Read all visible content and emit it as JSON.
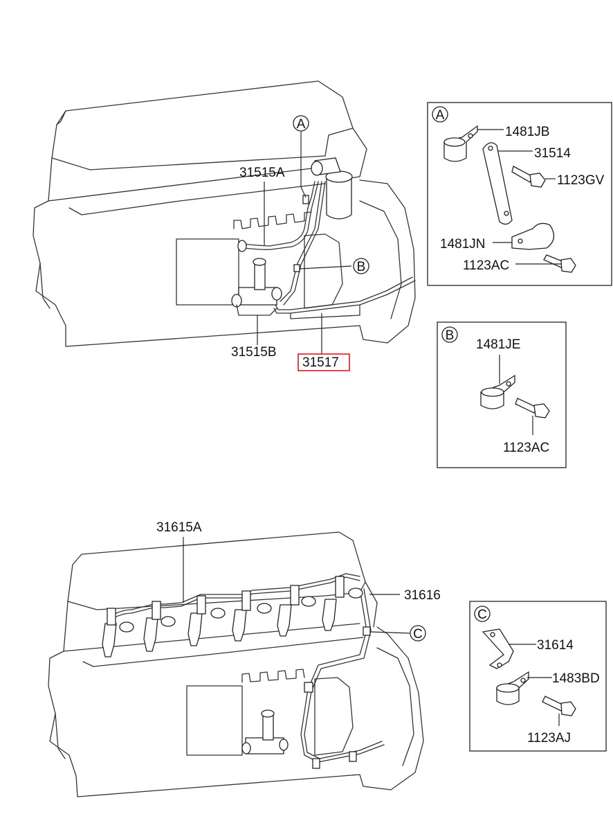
{
  "diagram": {
    "top_labels": {
      "l_31515A": "31515A",
      "l_31515B": "31515B",
      "l_31517": "31517",
      "callout_A": "A",
      "callout_B": "B"
    },
    "detail_A": {
      "letter": "A",
      "l_1481JB": "1481JB",
      "l_31514": "31514",
      "l_1123GV": "1123GV",
      "l_1481JN": "1481JN",
      "l_1123AC": "1123AC"
    },
    "detail_B": {
      "letter": "B",
      "l_1481JE": "1481JE",
      "l_1123AC": "1123AC"
    },
    "bottom_labels": {
      "l_31615A": "31615A",
      "l_31616": "31616",
      "callout_C": "C"
    },
    "detail_C": {
      "letter": "C",
      "l_31614": "31614",
      "l_1483BD": "1483BD",
      "l_1123AJ": "1123AJ"
    },
    "highlight_color": "#e0161c"
  }
}
